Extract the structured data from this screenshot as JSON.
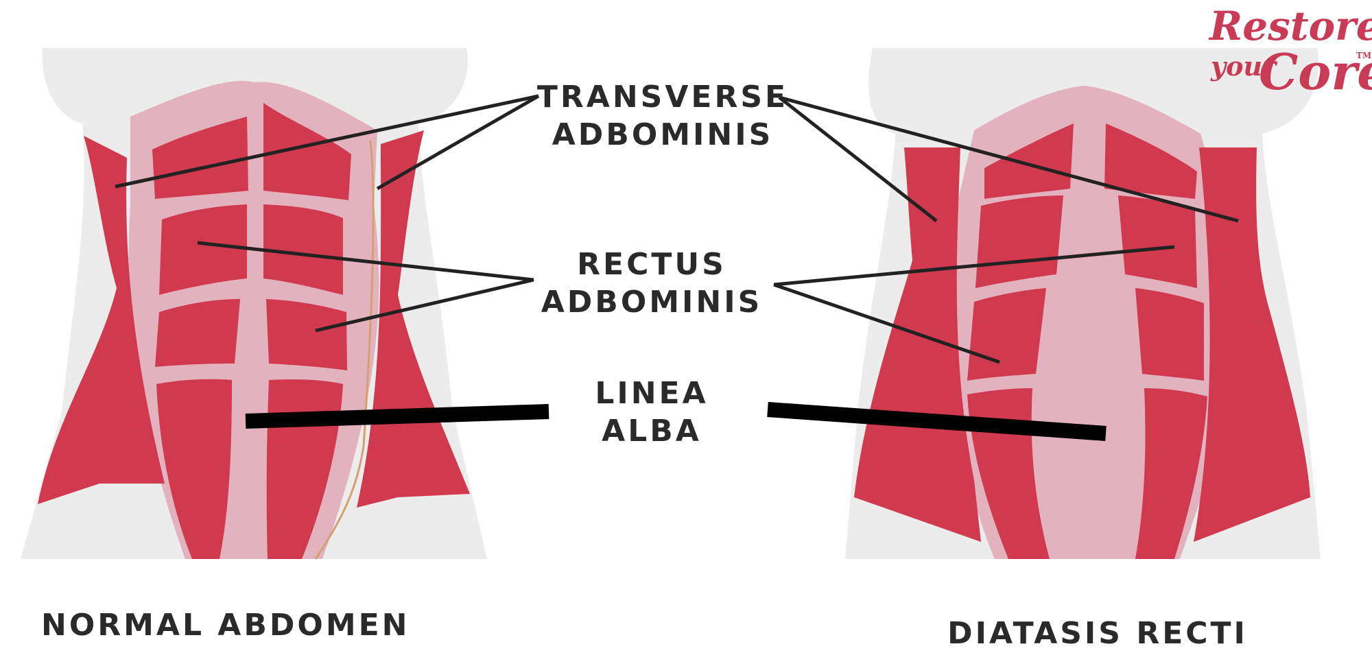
{
  "labels": {
    "transverse": [
      "TRANSVERSE",
      "ADBOMINIS"
    ],
    "rectus": [
      "RECTUS",
      "ADBOMINIS"
    ],
    "linea": [
      "LINEA",
      "ALBA"
    ]
  },
  "captions": {
    "normal": "NORMAL ABDOMEN",
    "diastasis": "DIATASIS RECTI"
  },
  "logo": {
    "line1": "Restore",
    "line2a": "your",
    "line2b": "Core",
    "tm": "TM"
  },
  "colors": {
    "muscle": "#d0394e",
    "muscle_light": "#e3b2bf",
    "torso": "#ececec",
    "leader_line": "#222222",
    "text": "#2a2a2a",
    "brand": "#c93a54"
  }
}
